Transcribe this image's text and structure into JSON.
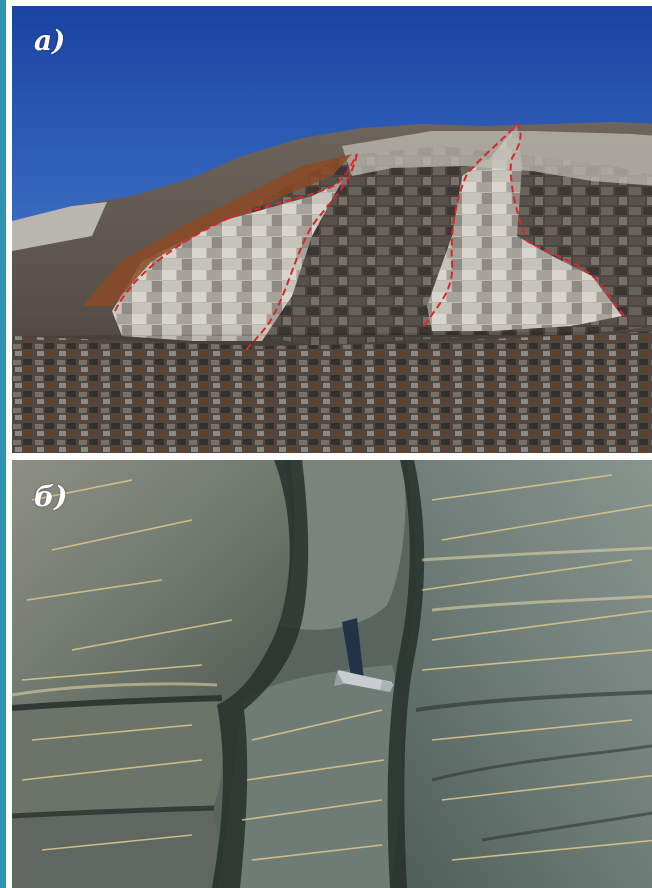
{
  "figure": {
    "panels": [
      {
        "id": "a",
        "label": "а)",
        "description_colors": {
          "sky_top": "#1d47a6",
          "sky_bottom": "#6ea1dc",
          "rock_light": "#c9c7bf",
          "rock_dark": "#4f4a45",
          "rust": "#8b4a26",
          "outline": "#d8262b"
        }
      },
      {
        "id": "b",
        "label": "б)",
        "description_colors": {
          "rock_main": "#7c8884",
          "rock_shadow": "#2f3833",
          "vein": "#d9c58a",
          "hammer_head": "#c9ccd0",
          "hammer_handle": "#223247"
        }
      }
    ],
    "accent_border": "#2f93b3"
  }
}
